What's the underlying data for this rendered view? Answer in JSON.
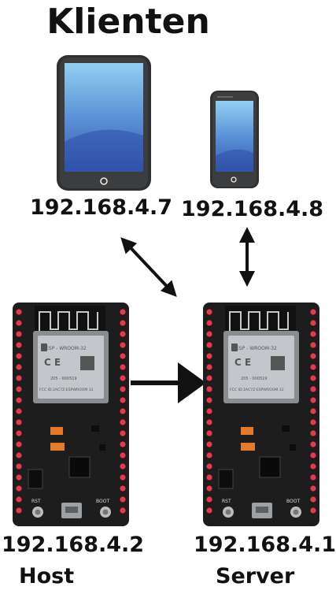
{
  "title": "Klienten",
  "clients": [
    {
      "ip": "192.168.4.7",
      "device": "tablet"
    },
    {
      "ip": "192.168.4.8",
      "device": "smartphone"
    }
  ],
  "boards": [
    {
      "ip": "192.168.4.2",
      "role": "Host"
    },
    {
      "ip": "192.168.4.1",
      "role": "Server"
    }
  ],
  "module": {
    "brand": "ESP - WROOM-32",
    "cert_line1": "205 - 000519",
    "cert_line2": "FCC ID:2AC7Z-ESPWROOM 32",
    "btn_left": "RST",
    "btn_right": "BOOT"
  },
  "colors": {
    "board": "#1d1d1d",
    "pin": "#e8384a",
    "module": "#bfc3c7",
    "screen_top": "#8cc8ee",
    "screen_bottom": "#3a63b8",
    "device_frame": "#333435"
  }
}
